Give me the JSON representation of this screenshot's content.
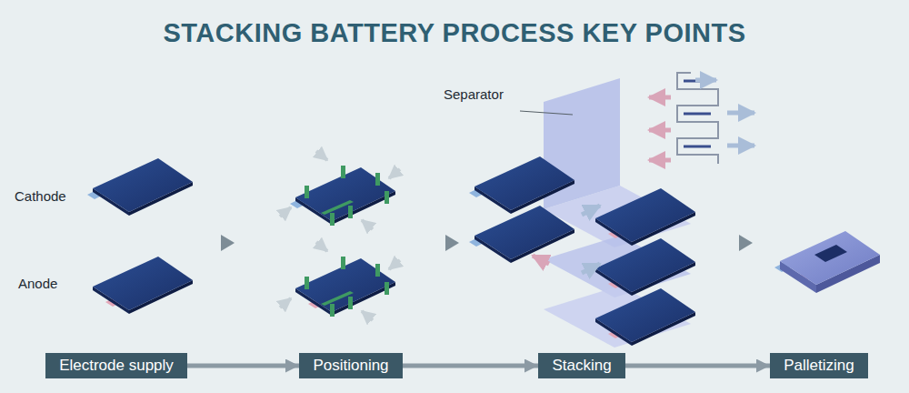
{
  "diagram": {
    "title": "STACKING BATTERY PROCESS KEY POINTS",
    "nodes": [
      {
        "text": [
          "Electrode supply"
        ]
      },
      {
        "text": [
          "Positioning"
        ]
      },
      {
        "text": [
          "Stacking"
        ]
      },
      {
        "text": [
          "Palletizing"
        ]
      }
    ],
    "edges": [
      {
        "from": 0,
        "to": 1,
        "arrow": "to"
      },
      {
        "from": 1,
        "to": 2,
        "arrow": "to"
      },
      {
        "from": 2,
        "to": 3,
        "arrow": "to"
      }
    ],
    "labels": [
      "Cathode",
      "Anode",
      "Separator"
    ]
  }
}
